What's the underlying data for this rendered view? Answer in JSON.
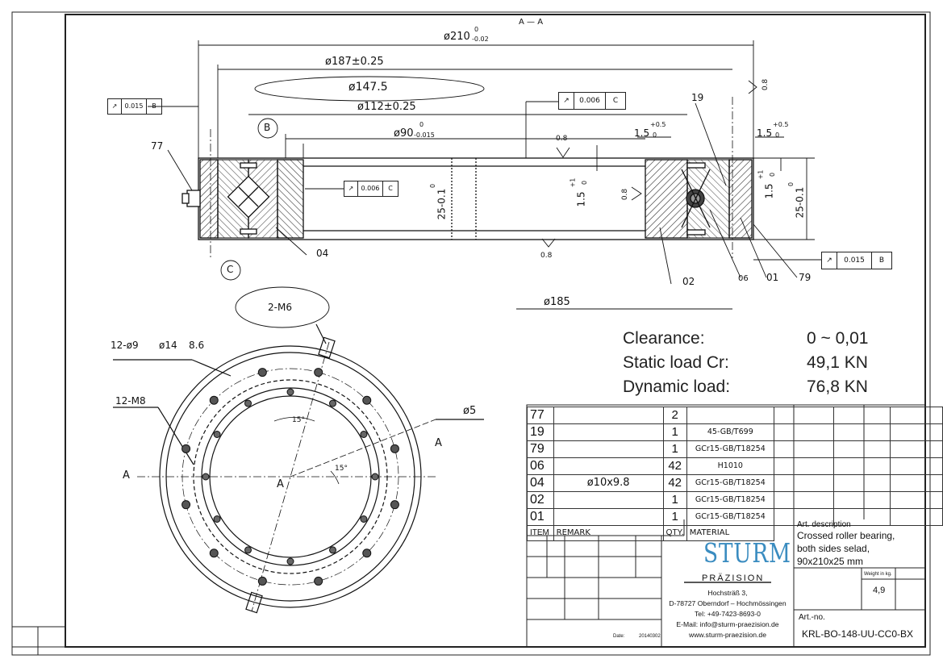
{
  "section_mark": "A — A",
  "dimensions": {
    "d210": "ø210",
    "d210_tol": "-0.02",
    "d210_zero": "0",
    "d187": "ø187±0.25",
    "d147": "ø147.5",
    "d112": "ø112±0.25",
    "d90": "ø90",
    "d90_tol": "-0.015",
    "d90_zero": "0",
    "d185": "ø185",
    "d5": "ø5",
    "h25": "25-0.1",
    "h25_zero": "0",
    "h25b": "25-0.1",
    "h25b_zero": "0",
    "h15": "1.5",
    "h15_tol": "+1",
    "h15_zero": "0",
    "h15b": "1.5",
    "h15b_tol": "+1",
    "h15b_zero": "0",
    "w15a": "1.5",
    "w15a_tol": "+0.5",
    "w15a_zero": "0",
    "w15b": "1.5",
    "w15b_tol": "+0.5",
    "w15b_zero": "0",
    "rough1": "0.8",
    "rough2": "0.8",
    "rough3": "0.8",
    "rough4": "0.8",
    "angle1": "15°",
    "angle2": "15°"
  },
  "tolerances": {
    "left_val": "0.015",
    "left_ref": "B",
    "mid_val": "0.006",
    "mid_ref": "C",
    "top_val": "0.006",
    "top_ref": "C",
    "right_val": "0.015",
    "right_ref": "B"
  },
  "datums": {
    "b": "B",
    "c": "C"
  },
  "callouts": {
    "c77": "77",
    "c04": "04",
    "c19": "19",
    "c02": "02",
    "c06": "06",
    "c01": "01",
    "c79": "79",
    "holes_9": "12-ø9",
    "holes_14": "ø14",
    "holes_86": "8.6",
    "m8": "12-M8",
    "m6": "2-M6",
    "a_left": "A",
    "a_center": "A",
    "a_right": "A"
  },
  "specs": [
    {
      "label": "Clearance:",
      "value": "0 ~ 0,01"
    },
    {
      "label": "Static load Cr:",
      "value": "49,1 KN"
    },
    {
      "label": "Dynamic load:",
      "value": "76,8 KN"
    }
  ],
  "parts": [
    {
      "item": "77",
      "remark": "",
      "qty": "2",
      "material": ""
    },
    {
      "item": "19",
      "remark": "",
      "qty": "1",
      "material": "45-GB/T699"
    },
    {
      "item": "79",
      "remark": "",
      "qty": "1",
      "material": "GCr15-GB/T18254"
    },
    {
      "item": "06",
      "remark": "",
      "qty": "42",
      "material": "H1010"
    },
    {
      "item": "04",
      "remark": "ø10x9.8",
      "qty": "42",
      "material": "GCr15-GB/T18254"
    },
    {
      "item": "02",
      "remark": "",
      "qty": "1",
      "material": "GCr15-GB/T18254"
    },
    {
      "item": "01",
      "remark": "",
      "qty": "1",
      "material": "GCr15-GB/T18254"
    }
  ],
  "headers": {
    "item": "ITEM",
    "remark": "REMARK",
    "qty": "QTY.",
    "material": "MATERIAL"
  },
  "art_description": {
    "label": "Art. description",
    "line1": "Crossed roller bearing,",
    "line2": "both sides selad,",
    "line3": "90x210x25  mm"
  },
  "weight": {
    "label": "Weight in kg.",
    "value": "4,9"
  },
  "art_no": {
    "label": "Art.-no.",
    "value": "KRL-BO-148-UU-CC0-BX"
  },
  "date": {
    "label": "Date:",
    "value": "20140302"
  },
  "company": {
    "logo": "STURM",
    "sub": "PRÄZISION",
    "address1": "Hochsträß 3,",
    "address2": "D-78727 Oberndorf – Hochmössingen",
    "tel": "Tel: +49-7423-8693-0",
    "email": "E-Mail: info@sturm-praezision.de",
    "web": "www.sturm-praezision.de"
  },
  "colors": {
    "logo": "#3a8cc0",
    "ink": "#111111"
  }
}
